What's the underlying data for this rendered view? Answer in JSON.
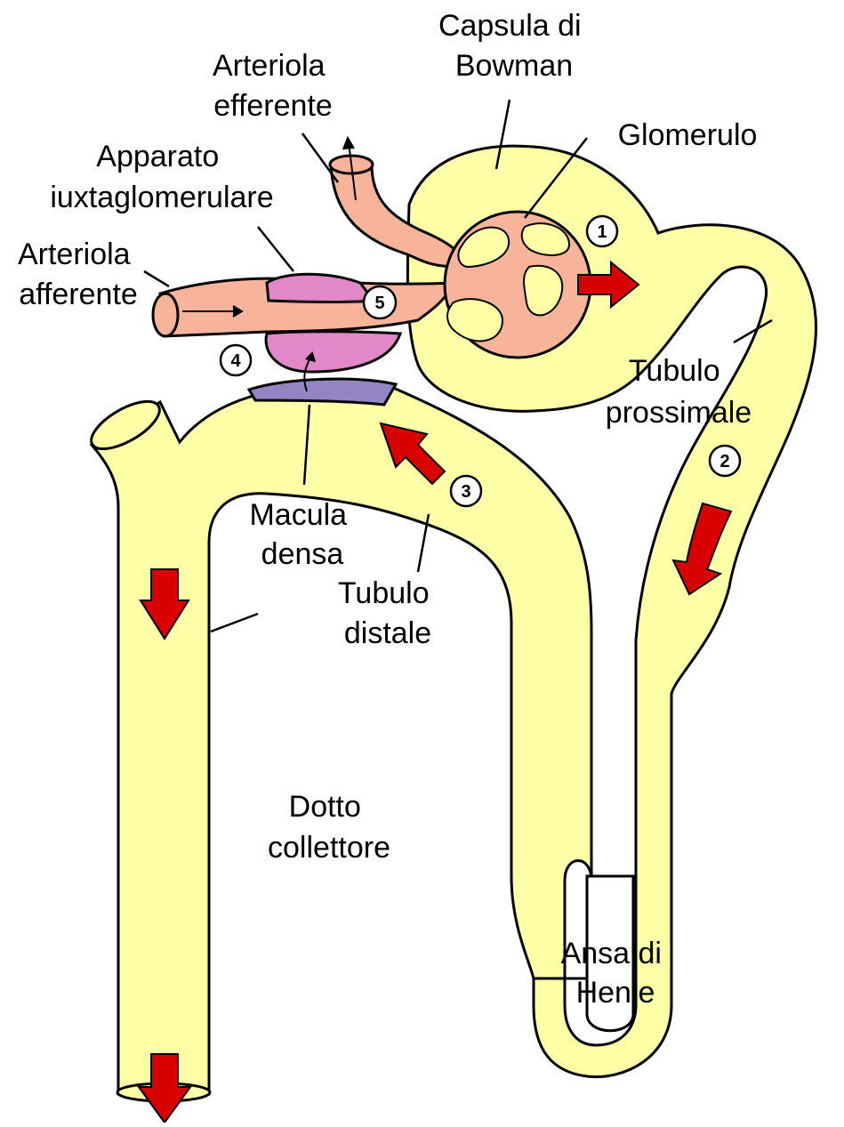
{
  "colors": {
    "tubule": "#ffffa8",
    "vessel": "#f7b49a",
    "juxtaglomerular": "#e287c8",
    "macula": "#9484c4",
    "arrow": "#d90000",
    "outline": "#000000"
  },
  "labels": {
    "capsule": [
      "Capsula di",
      "Bowman"
    ],
    "efferent": [
      "Arteriola",
      "efferente"
    ],
    "glomerulus": [
      "Glomerulo"
    ],
    "jga": [
      "Apparato",
      "iuxtaglomerulare"
    ],
    "afferent": [
      "Arteriola",
      "afferente"
    ],
    "proximal": [
      "Tubulo",
      "prossimale"
    ],
    "macula": [
      "Macula",
      "densa"
    ],
    "distal": [
      "Tubulo",
      "distale"
    ],
    "collecting": [
      "Dotto",
      "collettore"
    ],
    "henle": [
      "Ansa di",
      "Henle"
    ]
  },
  "markers": [
    "1",
    "2",
    "3",
    "4",
    "5"
  ]
}
